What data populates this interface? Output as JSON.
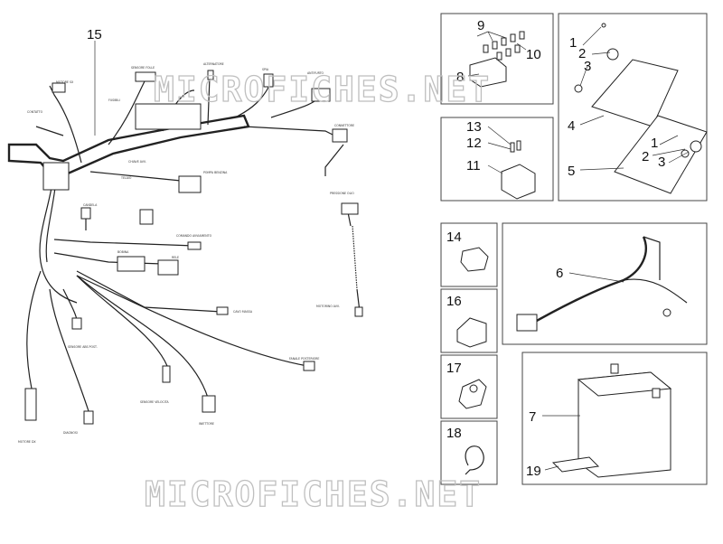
{
  "watermark": "MICROFICHES.NET",
  "callouts": {
    "p1": "1",
    "p2": "2",
    "p3": "3",
    "p4": "4",
    "p5": "5",
    "p6": "6",
    "p7": "7",
    "p8": "8",
    "p9": "9",
    "p10": "10",
    "p11": "11",
    "p12": "12",
    "p13": "13",
    "p14": "14",
    "p15": "15",
    "p16": "16",
    "p17": "17",
    "p18": "18",
    "p19": "19"
  },
  "harness_labels": [
    "MOTORE SX",
    "MOTORE DX",
    "SENSORE FOLLE",
    "ALTERNATORE",
    "POMPA BENZINA",
    "MOTORINO AVV.",
    "CHIAVE AVV.",
    "CANDELA",
    "CONTATTO",
    "SENSORE ABS POST.",
    "COMANDO AVVIAMENTO",
    "BOBINA",
    "RELE",
    "ANTIFURTO",
    "FUSIBILI",
    "SPIA",
    "CAVO MASSA",
    "TELAIO",
    "CONNETTORE",
    "FANALE POSTERIORE",
    "SENSORE VELOCITA",
    "INIETTORE",
    "DIAGNOSI",
    "PRESSIONE OLIO"
  ]
}
